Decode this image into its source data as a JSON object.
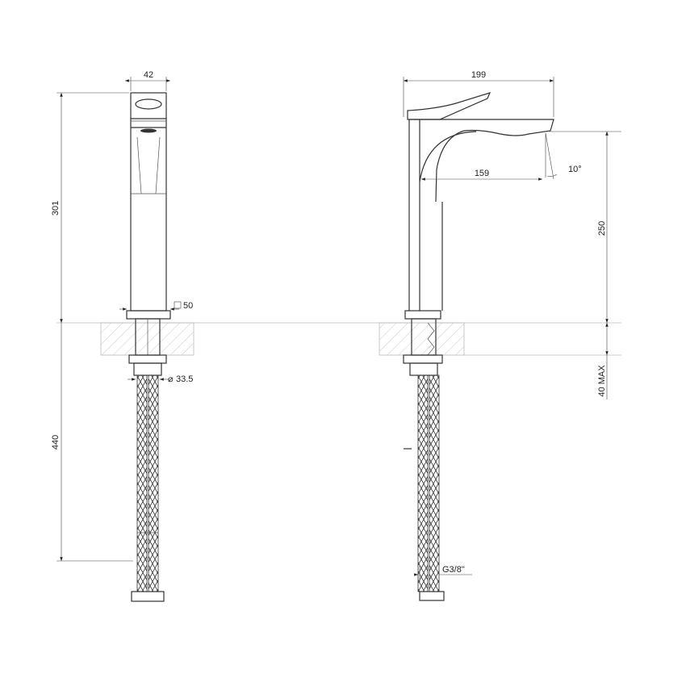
{
  "front_view": {
    "width_label": "42",
    "height_label": "301",
    "base_label": "50",
    "base_symbol": "square",
    "shank_label": "33.5",
    "shank_symbol": "⌀",
    "hose_label": "440"
  },
  "side_view": {
    "width_label": "199",
    "reach_label": "159",
    "angle_label": "10°",
    "spout_height_label": "250",
    "countertop_label": "40 MAX",
    "connection_label": "G3/8\""
  }
}
